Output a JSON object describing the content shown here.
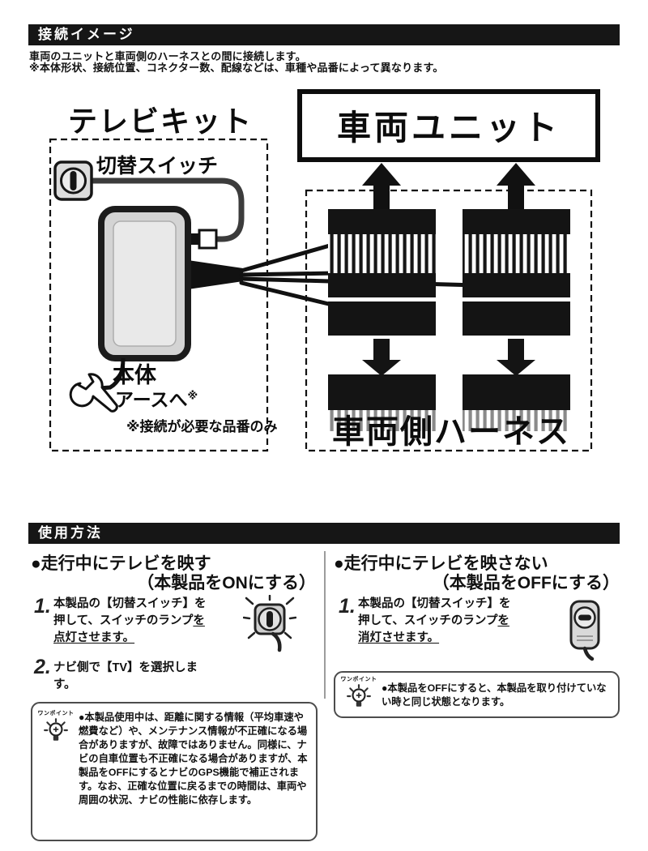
{
  "connection": {
    "header": "接続イメージ",
    "intro1": "車両のユニットと車両側のハーネスとの間に接続します。",
    "intro2": "※本体形状、接続位置、コネクター数、配線などは、車種や品番によって異なります。",
    "labels": {
      "tv_kit": "テレビキット",
      "switch": "切替スイッチ",
      "vehicle_unit": "車両ユニット",
      "main_unit": "本体",
      "ground": "アースへ",
      "ground_mark": "※",
      "ground_note": "※接続が必要な品番のみ",
      "harness": "車両側ハーネス"
    }
  },
  "usage": {
    "header": "使用方法",
    "onepoint": "ワンポイント",
    "left": {
      "title1": "●走行中にテレビを映す",
      "title2": "（本製品をONにする）",
      "step1_num": "1.",
      "step1_body": "本製品の【切替スイッチ】を押して、スイッチのランプ",
      "step1_u_pre": "を",
      "step1_emph": "点灯",
      "step1_u_post": "させます。",
      "step2_num": "2.",
      "step2_text": "ナビ側で【TV】を選択します。",
      "note": "●本製品使用中は、距離に関する情報（平均車速や燃費など）や、メンテナンス情報が不正確になる場合がありますが、故障ではありません。同様に、ナビの自車位置も不正確になる場合がありますが、本製品をOFFにするとナビのGPS機能で補正されます。なお、正確な位置に戻るまでの時間は、車両や周囲の状況、ナビの性能に依存します。"
    },
    "right": {
      "title1": "●走行中にテレビを映さない",
      "title2": "（本製品をOFFにする）",
      "step1_num": "1.",
      "step1_body": "本製品の【切替スイッチ】を押して、スイッチのランプ",
      "step1_u_pre": "を",
      "step1_emph": "消灯",
      "step1_u_post": "させます。",
      "note": "●本製品をOFFにすると、本製品を取り付けていない時と同じ状態となります。"
    }
  },
  "colors": {
    "ink": "#111111",
    "header_bar": "#161616",
    "unit_fill": "#d4d4d4"
  }
}
